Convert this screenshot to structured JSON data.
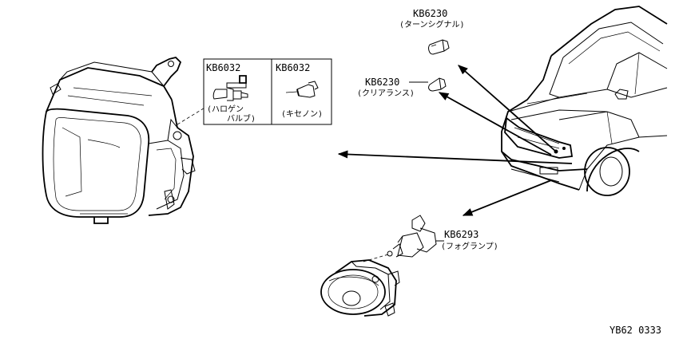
{
  "callouts": {
    "turn_signal": {
      "code": "KB6230",
      "name": "(ターンシグナル)"
    },
    "clearance": {
      "code": "KB6230",
      "name": "(クリアランス)"
    },
    "fog": {
      "code": "KB6293",
      "name": "(フォグランプ)"
    }
  },
  "headlamp_box": {
    "halogen": {
      "code": "KB6032",
      "name_line1": "(ハロゲン",
      "name_line2": "バルブ)"
    },
    "xenon": {
      "code": "KB6032",
      "name": "(キセノン)"
    }
  },
  "drawing_number": "YB62 0333"
}
